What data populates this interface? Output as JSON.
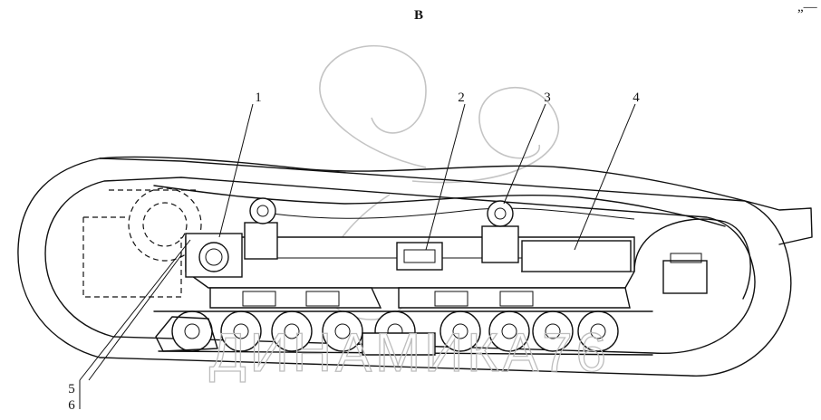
{
  "view_label": "В",
  "corner_mark": "„—",
  "watermark": "ДИНАМИКА76",
  "callouts": [
    {
      "id": "callout-1",
      "text": "1"
    },
    {
      "id": "callout-2",
      "text": "2"
    },
    {
      "id": "callout-3",
      "text": "3"
    },
    {
      "id": "callout-4",
      "text": "4"
    },
    {
      "id": "callout-5",
      "text": "5"
    },
    {
      "id": "callout-6",
      "text": "6"
    }
  ]
}
